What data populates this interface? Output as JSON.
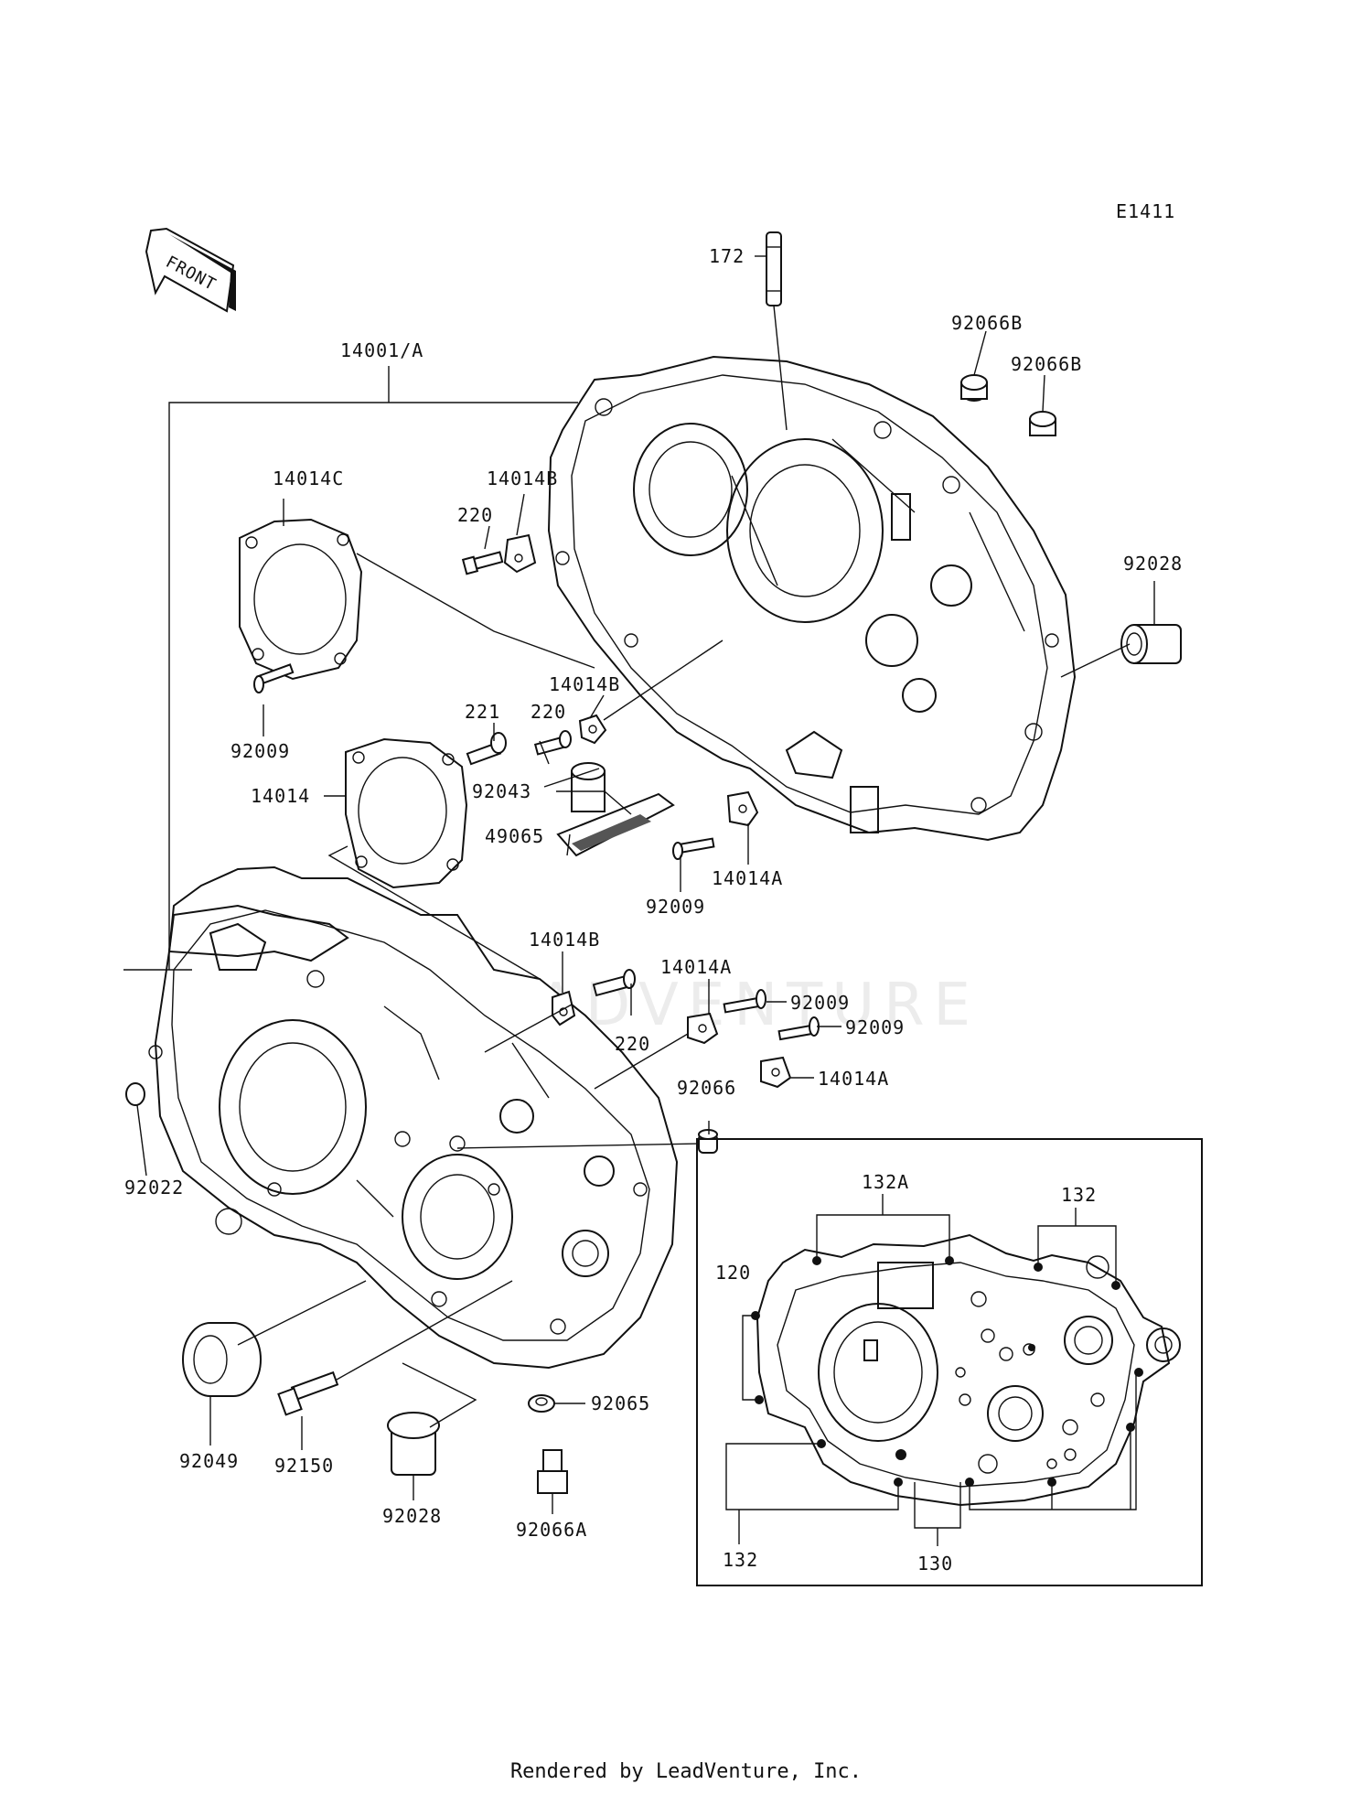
{
  "diagram_code": "E1411",
  "front_label": "FRONT",
  "watermark": "LEADVENTURE",
  "footer": "Rendered by LeadVenture, Inc.",
  "callouts": {
    "c172": "172",
    "c92066B_1": "92066B",
    "c92066B_2": "92066B",
    "c14001A": "14001/A",
    "c14014C": "14014C",
    "c14014B_1": "14014B",
    "c220_1": "220",
    "c92028_1": "92028",
    "c92009_1": "92009",
    "c14014B_2": "14014B",
    "c221": "221",
    "c220_2": "220",
    "c14014": "14014",
    "c92043": "92043",
    "c49065": "49065",
    "c92009_2": "92009",
    "c14014A_1": "14014A",
    "c14014B_3": "14014B",
    "c14014A_2": "14014A",
    "c92009_3": "92009",
    "c92009_4": "92009",
    "c220_3": "220",
    "c14014A_3": "14014A",
    "c92066": "92066",
    "c92022": "92022",
    "c92049": "92049",
    "c92150": "92150",
    "c92028_2": "92028",
    "c92065": "92065",
    "c92066A": "92066A"
  },
  "inset": {
    "c132A": "132A",
    "c132_top": "132",
    "c120": "120",
    "c132_bottom": "132",
    "c130": "130"
  }
}
